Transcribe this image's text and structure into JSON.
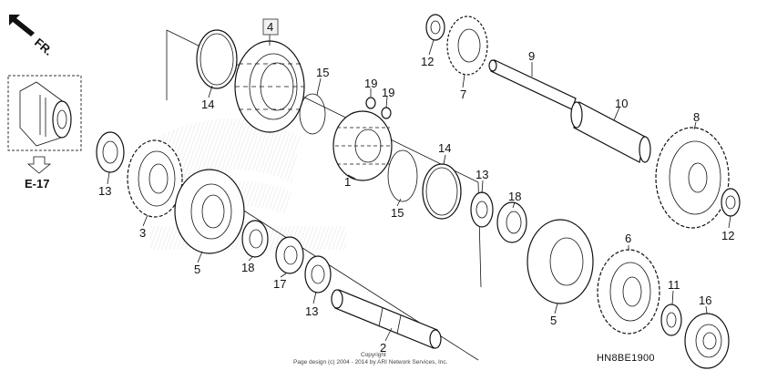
{
  "direction_label": "FR.",
  "page_ref_label": "E-17",
  "diagram_code": "HN8BE1900",
  "copyright_line1": "Copyright",
  "copyright_line2": "Page design (c) 2004 - 2014 by ARI Network Services, Inc.",
  "callouts": [
    {
      "id": "c4",
      "text": "4",
      "boxed": true
    },
    {
      "id": "c14a",
      "text": "14"
    },
    {
      "id": "c15a",
      "text": "15"
    },
    {
      "id": "c19a",
      "text": "19"
    },
    {
      "id": "c19b",
      "text": "19"
    },
    {
      "id": "c12a",
      "text": "12"
    },
    {
      "id": "c7",
      "text": "7"
    },
    {
      "id": "c9",
      "text": "9"
    },
    {
      "id": "c10",
      "text": "10"
    },
    {
      "id": "c8",
      "text": "8"
    },
    {
      "id": "c13a",
      "text": "13"
    },
    {
      "id": "c3",
      "text": "3"
    },
    {
      "id": "c5a",
      "text": "5"
    },
    {
      "id": "c18a",
      "text": "18"
    },
    {
      "id": "c17",
      "text": "17"
    },
    {
      "id": "c1",
      "text": "1"
    },
    {
      "id": "c15b",
      "text": "15"
    },
    {
      "id": "c14b",
      "text": "14"
    },
    {
      "id": "c13b",
      "text": "13"
    },
    {
      "id": "c18b",
      "text": "18"
    },
    {
      "id": "c12b",
      "text": "12"
    },
    {
      "id": "c13c",
      "text": "13"
    },
    {
      "id": "c2",
      "text": "2"
    },
    {
      "id": "c5b",
      "text": "5"
    },
    {
      "id": "c6",
      "text": "6"
    },
    {
      "id": "c11",
      "text": "11"
    },
    {
      "id": "c16",
      "text": "16"
    }
  ]
}
